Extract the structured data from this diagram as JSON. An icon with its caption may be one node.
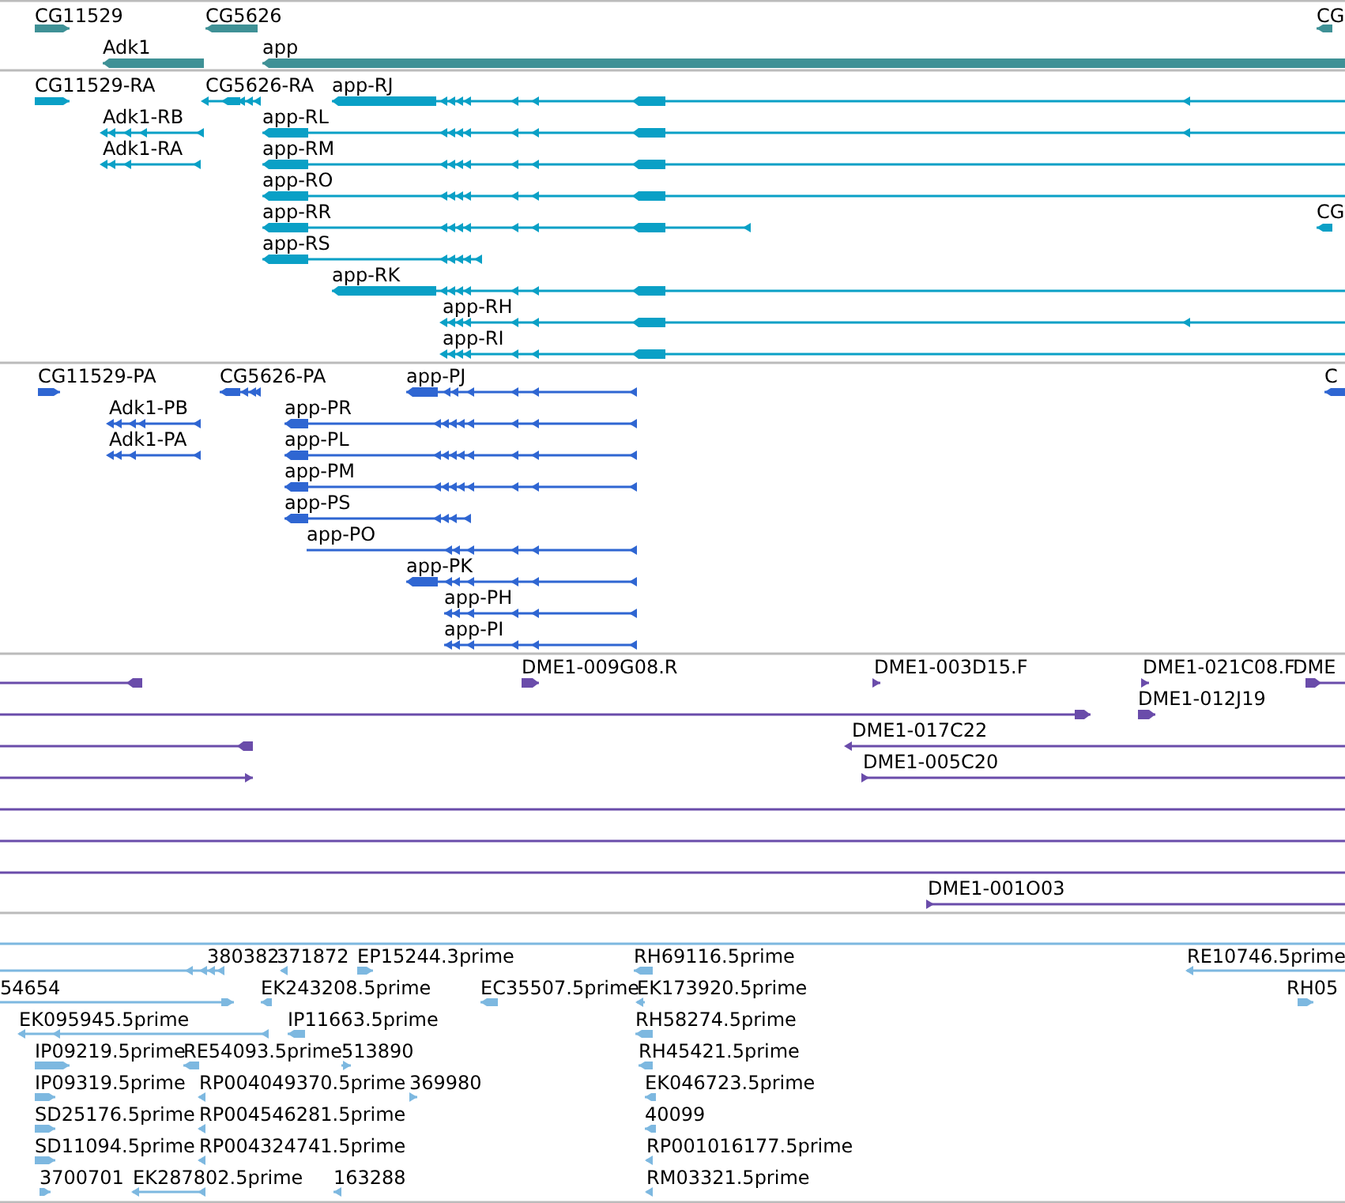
{
  "diagram": {
    "labels": [
      "CG11529",
      "CG5626",
      "CG",
      "Adk1",
      "app",
      "CG11529-RA",
      "CG5626-RA",
      "app-RJ",
      "Adk1-RB",
      "app-RL",
      "Adk1-RA",
      "app-RM",
      "app-RO",
      "app-RR",
      "CG",
      "app-RS",
      "app-RK",
      "app-RH",
      "app-RI",
      "CG11529-PA",
      "CG5626-PA",
      "app-PJ",
      "C",
      "Adk1-PB",
      "app-PR",
      "Adk1-PA",
      "app-PL",
      "app-PM",
      "app-PS",
      "app-PO",
      "app-PK",
      "app-PH",
      "app-PI",
      "DME1-009G08.R",
      "DME1-003D15.F",
      "DME1-021C08.F",
      "DME",
      "DME1-012J19",
      "DME1-017C22",
      "DME1-005C20",
      "DME1-001O03",
      "380382",
      "371872",
      "EP15244.3prime",
      "RH69116.5prime",
      "RE10746.5prime",
      "54654",
      "EK243208.5prime",
      "EC35507.5prime",
      "EK173920.5prime",
      "RH05",
      "EK095945.5prime",
      "IP11663.5prime",
      "RH58274.5prime",
      "IP09219.5prime",
      "RE54093.5prime",
      "513890",
      "RH45421.5prime",
      "IP09319.5prime",
      "RP004049370.5prime",
      "369980",
      "EK046723.5prime",
      "SD25176.5prime",
      "RP004546281.5prime",
      "40099",
      "SD11094.5prime",
      "RP004324741.5prime",
      "RP001016177.5prime",
      "3700701",
      "EK287802.5prime",
      "163288",
      "RM03321.5prime"
    ]
  }
}
